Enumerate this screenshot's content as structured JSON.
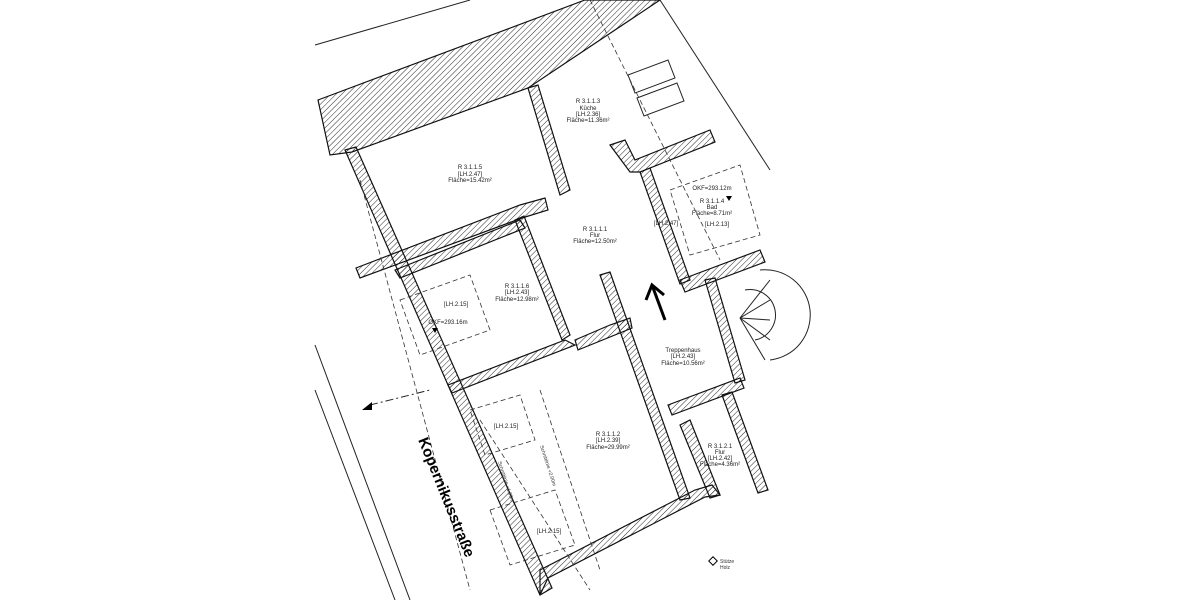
{
  "plan": {
    "street": "Kopernikusstraße",
    "rooms": [
      {
        "id": "R 3.1.1.3",
        "name": "Küche",
        "lh": "[LH.2.36]",
        "area": "Fläche=11.36m²"
      },
      {
        "id": "R 3.1.1.5",
        "name": "",
        "lh": "[LH.2.47]",
        "area": "Fläche=15.42m²"
      },
      {
        "id": "R 3.1.1.4",
        "name": "Bad",
        "lh": "",
        "area": "Fläche=8.71m²"
      },
      {
        "id": "R 3.1.1.1",
        "name": "Flur",
        "lh": "",
        "area": "Fläche=12.50m²"
      },
      {
        "id": "R 3.1.1.6",
        "name": "",
        "lh": "[LH.2.43]",
        "area": "Fläche=12.98m²"
      },
      {
        "id": "Treppenhaus",
        "name": "",
        "lh": "[LH.2.43]",
        "area": "Fläche=10.56m²"
      },
      {
        "id": "R 3.1.1.2",
        "name": "",
        "lh": "[LH.2.39]",
        "area": "Fläche=29.99m²"
      },
      {
        "id": "R 3.1.2.1",
        "name": "Flur",
        "lh": "[LH.2.42]",
        "area": "Fläche=4.36m²"
      }
    ],
    "extra_labels": {
      "bad_lh": "[LH.2.13]",
      "flur_lh": "[LH.2.47]",
      "left_lh_1": "[LH.2.15]",
      "left_lh_2": "[LH.2.15]",
      "left_lh_3": "[LH.2.15]",
      "okf_1": "OKF=293.12m",
      "okf_2": "OKF=293.16m",
      "schnitt_1": "Schnittlinie +1.00m",
      "schnitt_2": "Schnittlinie +2.00m",
      "stuetze_1": "Stütze",
      "stuetze_2": "Holz"
    }
  }
}
